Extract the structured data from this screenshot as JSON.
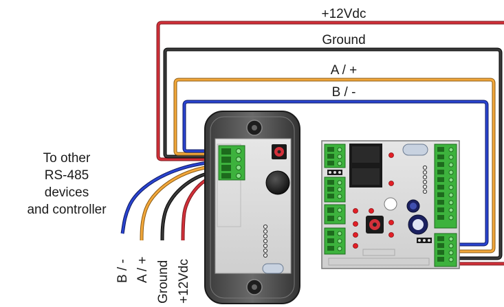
{
  "wire_labels": {
    "v12": "+12Vdc",
    "ground": "Ground",
    "a_plus": "A / +",
    "b_minus": "B / -"
  },
  "side_note": [
    "To other",
    "RS-485",
    "devices",
    "and controller"
  ],
  "bottom_labels": {
    "b_minus": "B / -",
    "a_plus": "A / +",
    "ground": "Ground",
    "v12": "+12Vdc"
  },
  "wire_colors": {
    "v12": "#c0272d",
    "ground": "#2b2b2b",
    "a_plus": "#e39a2d",
    "b_minus": "#1f33a8"
  }
}
